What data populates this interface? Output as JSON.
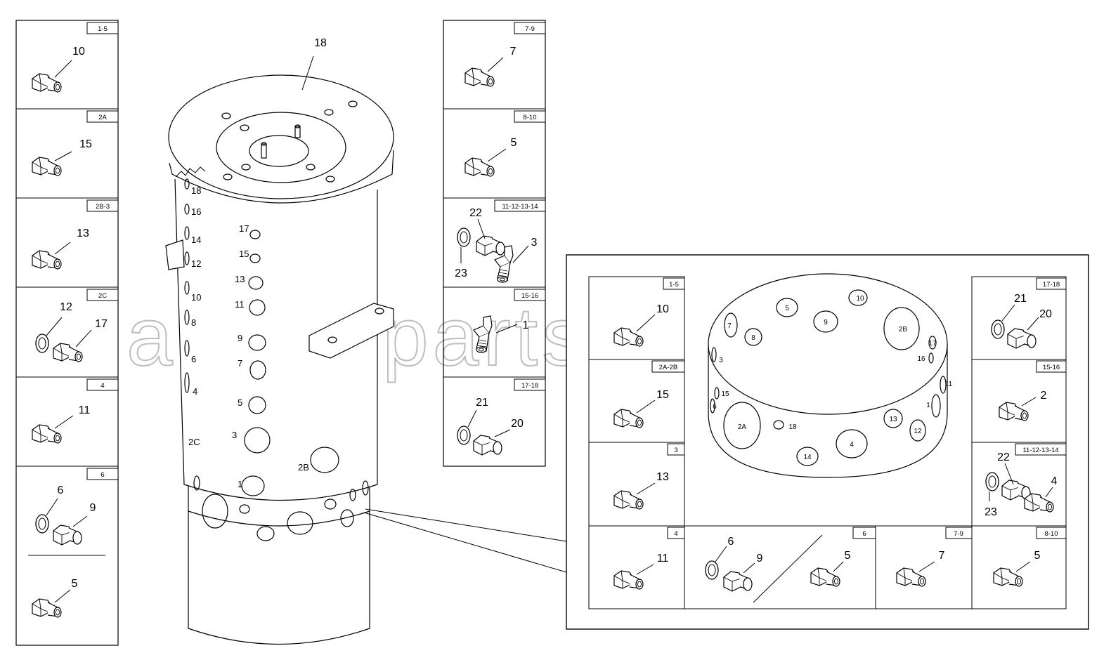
{
  "watermark": "ansat-parts.ru",
  "main_part": {
    "label": "18"
  },
  "left_column": [
    {
      "tag": "1-5",
      "parts": [
        "10"
      ]
    },
    {
      "tag": "2A",
      "parts": [
        "15"
      ]
    },
    {
      "tag": "2B-3",
      "parts": [
        "13"
      ]
    },
    {
      "tag": "2C",
      "parts": [
        "12",
        "17"
      ]
    },
    {
      "tag": "4",
      "parts": [
        "11"
      ]
    },
    {
      "tag": "6",
      "parts": [
        "6",
        "9",
        "5"
      ]
    }
  ],
  "middle_column": [
    {
      "tag": "7-9",
      "parts": [
        "7"
      ]
    },
    {
      "tag": "8-10",
      "parts": [
        "5"
      ]
    },
    {
      "tag": "11-12-13-14",
      "parts": [
        "22",
        "3",
        "23"
      ]
    },
    {
      "tag": "15-16",
      "parts": [
        "1"
      ]
    },
    {
      "tag": "17-18",
      "parts": [
        "21",
        "20"
      ]
    }
  ],
  "cylinder_ports": [
    "18",
    "16",
    "14",
    "12",
    "10",
    "8",
    "6",
    "4",
    "17",
    "15",
    "13",
    "11",
    "9",
    "7",
    "5",
    "3",
    "1",
    "2C",
    "2B"
  ],
  "detail_view": {
    "left_cells": [
      {
        "tag": "1-5",
        "parts": [
          "10"
        ]
      },
      {
        "tag": "2A-2B",
        "parts": [
          "15"
        ]
      },
      {
        "tag": "3",
        "parts": [
          "13"
        ]
      }
    ],
    "right_cells": [
      {
        "tag": "17-18",
        "parts": [
          "21",
          "20"
        ]
      },
      {
        "tag": "15-16",
        "parts": [
          "2"
        ]
      },
      {
        "tag": "11-12-13-14",
        "parts": [
          "22",
          "4",
          "23"
        ]
      }
    ],
    "bottom_cells": [
      {
        "tag": "4",
        "parts": [
          "11"
        ]
      },
      {
        "tag": "6",
        "parts": [
          "6",
          "9",
          "5"
        ]
      },
      {
        "tag": "7-9",
        "parts": [
          "7"
        ]
      },
      {
        "tag": "8-10",
        "parts": [
          "5"
        ]
      }
    ],
    "ring_ports": [
      "5",
      "10",
      "9",
      "2B",
      "7",
      "8",
      "17",
      "16",
      "3",
      "11",
      "15",
      "6",
      "1",
      "2A",
      "18",
      "13",
      "12",
      "4",
      "14"
    ]
  }
}
